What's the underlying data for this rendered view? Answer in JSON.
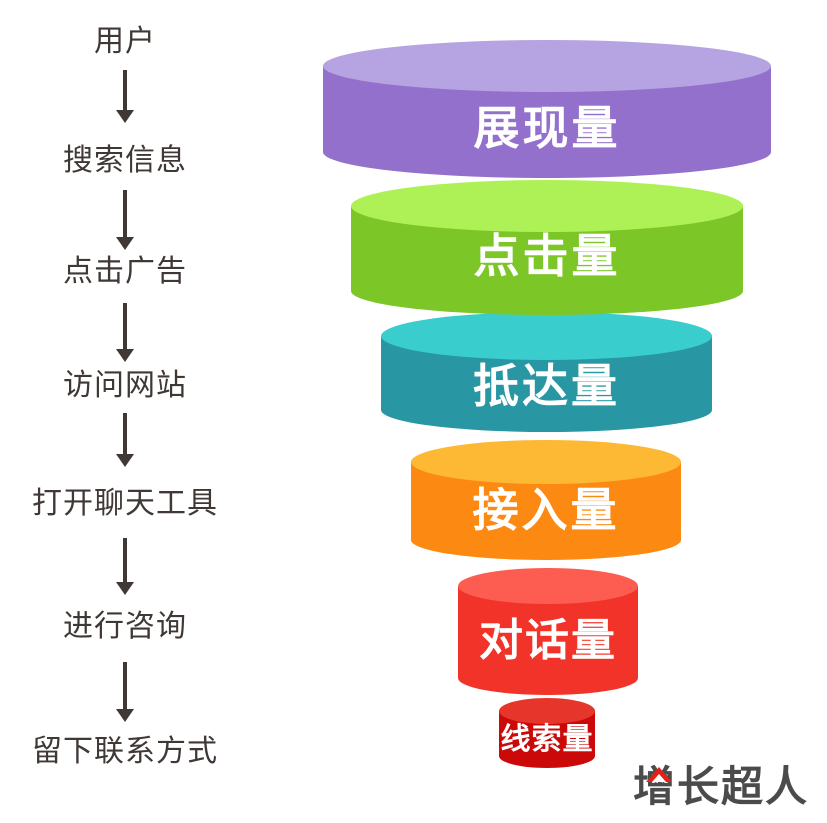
{
  "background": "#ffffff",
  "left_flow": {
    "text_color": "#3f3835",
    "arrow_color": "#3f3835",
    "steps": [
      {
        "label": "用户"
      },
      {
        "label": "搜索信息"
      },
      {
        "label": "点击广告"
      },
      {
        "label": "访问网站"
      },
      {
        "label": "打开聊天工具"
      },
      {
        "label": "进行咨询"
      },
      {
        "label": "留下联系方式"
      }
    ]
  },
  "funnel": {
    "label_color": "#ffffff",
    "segments": [
      {
        "label": "展现量",
        "top_color": "#b5a3e2",
        "body_color": "#9470cd"
      },
      {
        "label": "点击量",
        "top_color": "#aef157",
        "body_color": "#7cc627"
      },
      {
        "label": "抵达量",
        "top_color": "#3acdce",
        "body_color": "#2997a3"
      },
      {
        "label": "接入量",
        "top_color": "#fdb834",
        "body_color": "#fc8a12"
      },
      {
        "label": "对话量",
        "top_color": "#fd5c50",
        "body_color": "#f23329"
      },
      {
        "label": "线索量",
        "top_color": "#e6352a",
        "body_color": "#cb0909"
      }
    ]
  },
  "logo": {
    "text": "增长超人",
    "color": "#4b4b4b",
    "accent_color": "#e32119"
  }
}
